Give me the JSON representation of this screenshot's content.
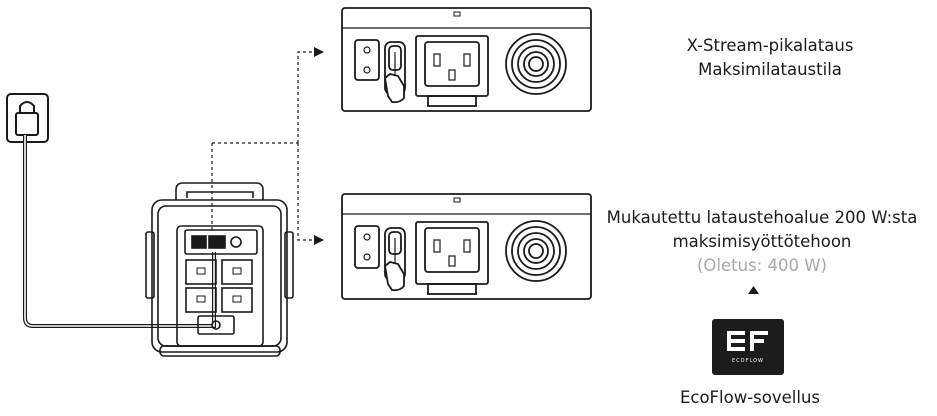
{
  "top_panel": {
    "line1": "X-Stream-pikalataus",
    "line2": "Maksimilataustila"
  },
  "bottom_panel": {
    "line1": "Mukautettu lataustehoalue 200 W:sta",
    "line2": "maksimisyöttötehoon",
    "default_note": "(Oletus: 400 W)"
  },
  "app": {
    "label": "EcoFlow-sovellus",
    "logo_text": "ECOFLOW"
  },
  "colors": {
    "line": "#1a1a1a",
    "muted": "#a8a8a8",
    "app_tile": "#1c1c1c"
  }
}
